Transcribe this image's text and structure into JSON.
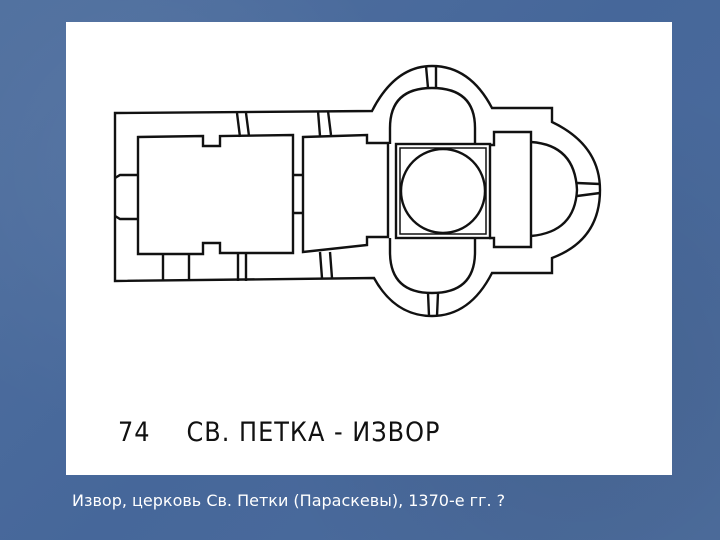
{
  "figure": {
    "plan_number": "74",
    "plan_title": "СВ. ПЕТКА - ИЗВОР"
  },
  "caption": "Извор, церковь Св. Петки (Параскевы), 1370-е гг. ?"
}
